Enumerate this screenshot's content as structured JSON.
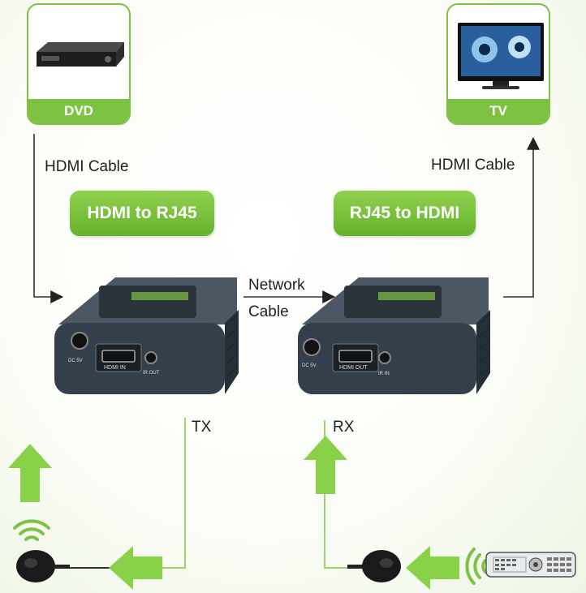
{
  "source_device": {
    "label": "DVD",
    "icon": "dvd-player-icon"
  },
  "sink_device": {
    "label": "TV",
    "icon": "tv-icon"
  },
  "cables": {
    "left_hdmi": "HDMI Cable",
    "right_hdmi": "HDMI Cable",
    "network_line1": "Network",
    "network_line2": "Cable"
  },
  "converters": {
    "tx_title": "HDMI to RJ45",
    "rx_title": "RJ45 to HDMI",
    "tx_port_label": "HDMI IN",
    "tx_ir_label": "IR OUT",
    "rx_port_label": "HDMI OUT",
    "rx_ir_label": "IR IN",
    "dc_label": "DC 5V"
  },
  "ir": {
    "tx_label": "TX",
    "rx_label": "RX"
  },
  "colors": {
    "accent": "#7dc242",
    "device_body": "#3a4550",
    "line": "#222222"
  }
}
